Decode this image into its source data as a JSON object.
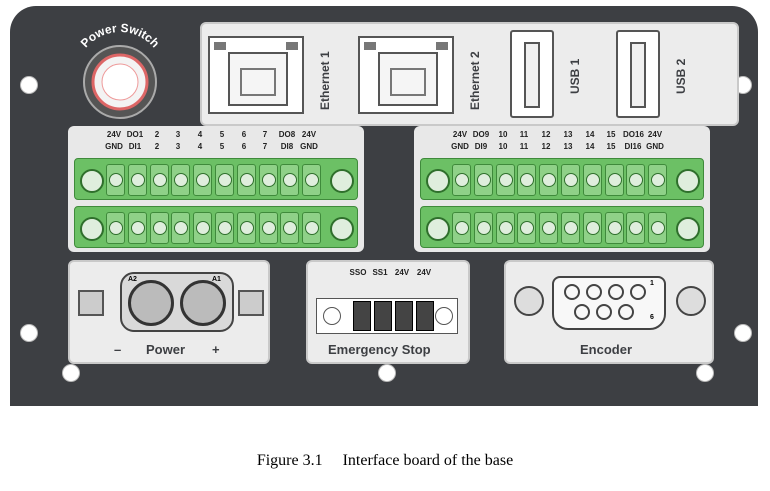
{
  "power_switch": {
    "label": "Power Switch"
  },
  "ports": {
    "ethernet1": "Ethernet 1",
    "ethernet2": "Ethernet 2",
    "usb1": "USB 1",
    "usb2": "USB 2"
  },
  "io_left": {
    "top_row": [
      "24V",
      "DO1",
      "2",
      "3",
      "4",
      "5",
      "6",
      "7",
      "DO8",
      "24V"
    ],
    "bottom_row": [
      "GND",
      "DI1",
      "2",
      "3",
      "4",
      "5",
      "6",
      "7",
      "DI8",
      "GND"
    ]
  },
  "io_right": {
    "top_row": [
      "24V",
      "DO9",
      "10",
      "11",
      "12",
      "13",
      "14",
      "15",
      "DO16",
      "24V"
    ],
    "bottom_row": [
      "GND",
      "DI9",
      "10",
      "11",
      "12",
      "13",
      "14",
      "15",
      "DI16",
      "GND"
    ]
  },
  "power": {
    "label": "Power",
    "minus": "–",
    "plus": "+",
    "a1": "A1",
    "a2": "A2"
  },
  "estop": {
    "label": "Emergency Stop",
    "pins": [
      "SSO",
      "SS1",
      "24V",
      "24V"
    ]
  },
  "encoder": {
    "label": "Encoder",
    "pin1": "1",
    "pin6": "6"
  },
  "caption": "Figure 3.1     Interface board of the base"
}
